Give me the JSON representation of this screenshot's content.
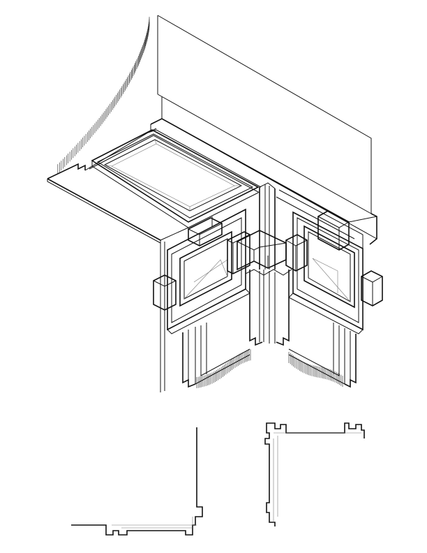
{
  "drawing": {
    "kind": "architectural-axonometric-detail",
    "components": [
      "wall-cornice",
      "recessed-panel",
      "window-pier",
      "plan-section-left",
      "plan-section-right"
    ],
    "hatching": true,
    "colors": {
      "line": "#111111",
      "background": "#ffffff",
      "fine-line": "#777777"
    }
  }
}
